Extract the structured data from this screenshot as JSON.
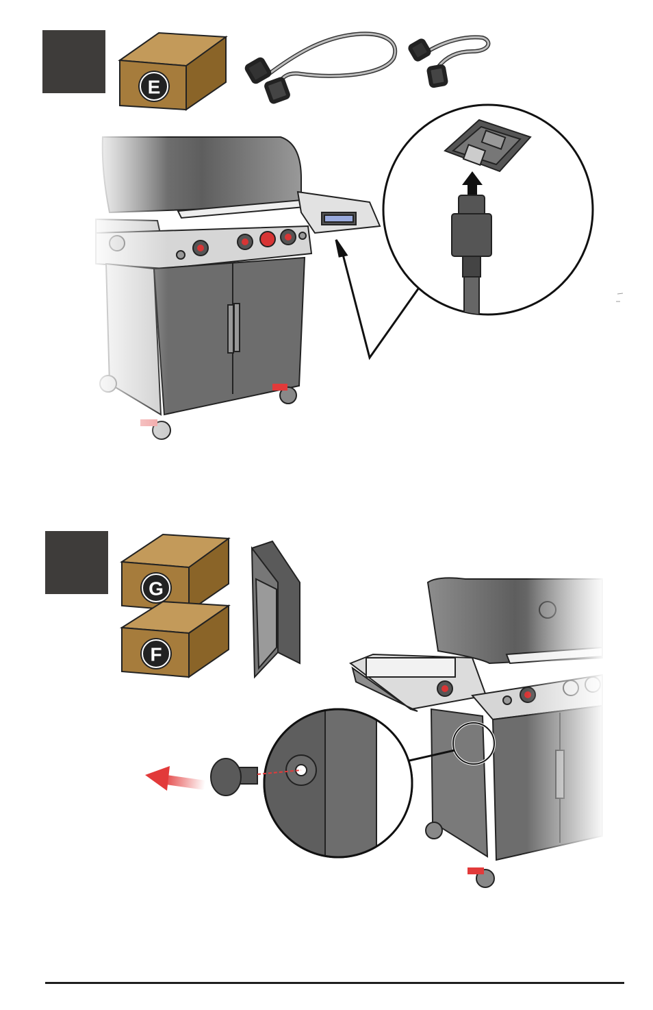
{
  "step1": {
    "box_label": "E",
    "accent_color": "#a67c3c"
  },
  "step2": {
    "box_label_top": "G",
    "box_label_bottom": "F",
    "accent_color": "#a67c3c",
    "arrow_color": "#e23a3a"
  },
  "colors": {
    "step_box": "#3e3c3a",
    "grill_body": "#6d6d6d",
    "knob_red": "#d83535",
    "outline": "#222222"
  }
}
